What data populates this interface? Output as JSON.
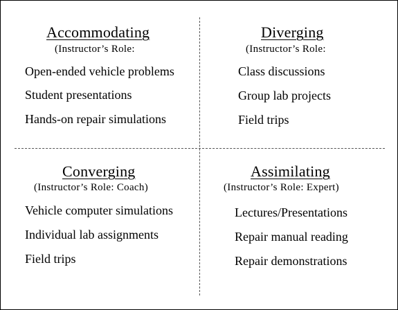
{
  "quadrants": {
    "accommodating": {
      "title": "Accommodating",
      "role": "(Instructor’s Role:",
      "items": [
        "Open-ended vehicle problems",
        "Student presentations",
        "Hands-on repair simulations"
      ]
    },
    "diverging": {
      "title": "Diverging",
      "role": "(Instructor’s Role:",
      "items": [
        "Class discussions",
        "Group lab projects",
        "Field trips"
      ]
    },
    "converging": {
      "title": "Converging",
      "role": "(Instructor’s Role: Coach)",
      "items": [
        "Vehicle computer simulations",
        "Individual lab assignments",
        "Field trips"
      ]
    },
    "assimilating": {
      "title": "Assimilating",
      "role": "(Instructor’s Role: Expert)",
      "items": [
        "Lectures/Presentations",
        "Repair manual reading",
        "Repair demonstrations"
      ]
    }
  }
}
